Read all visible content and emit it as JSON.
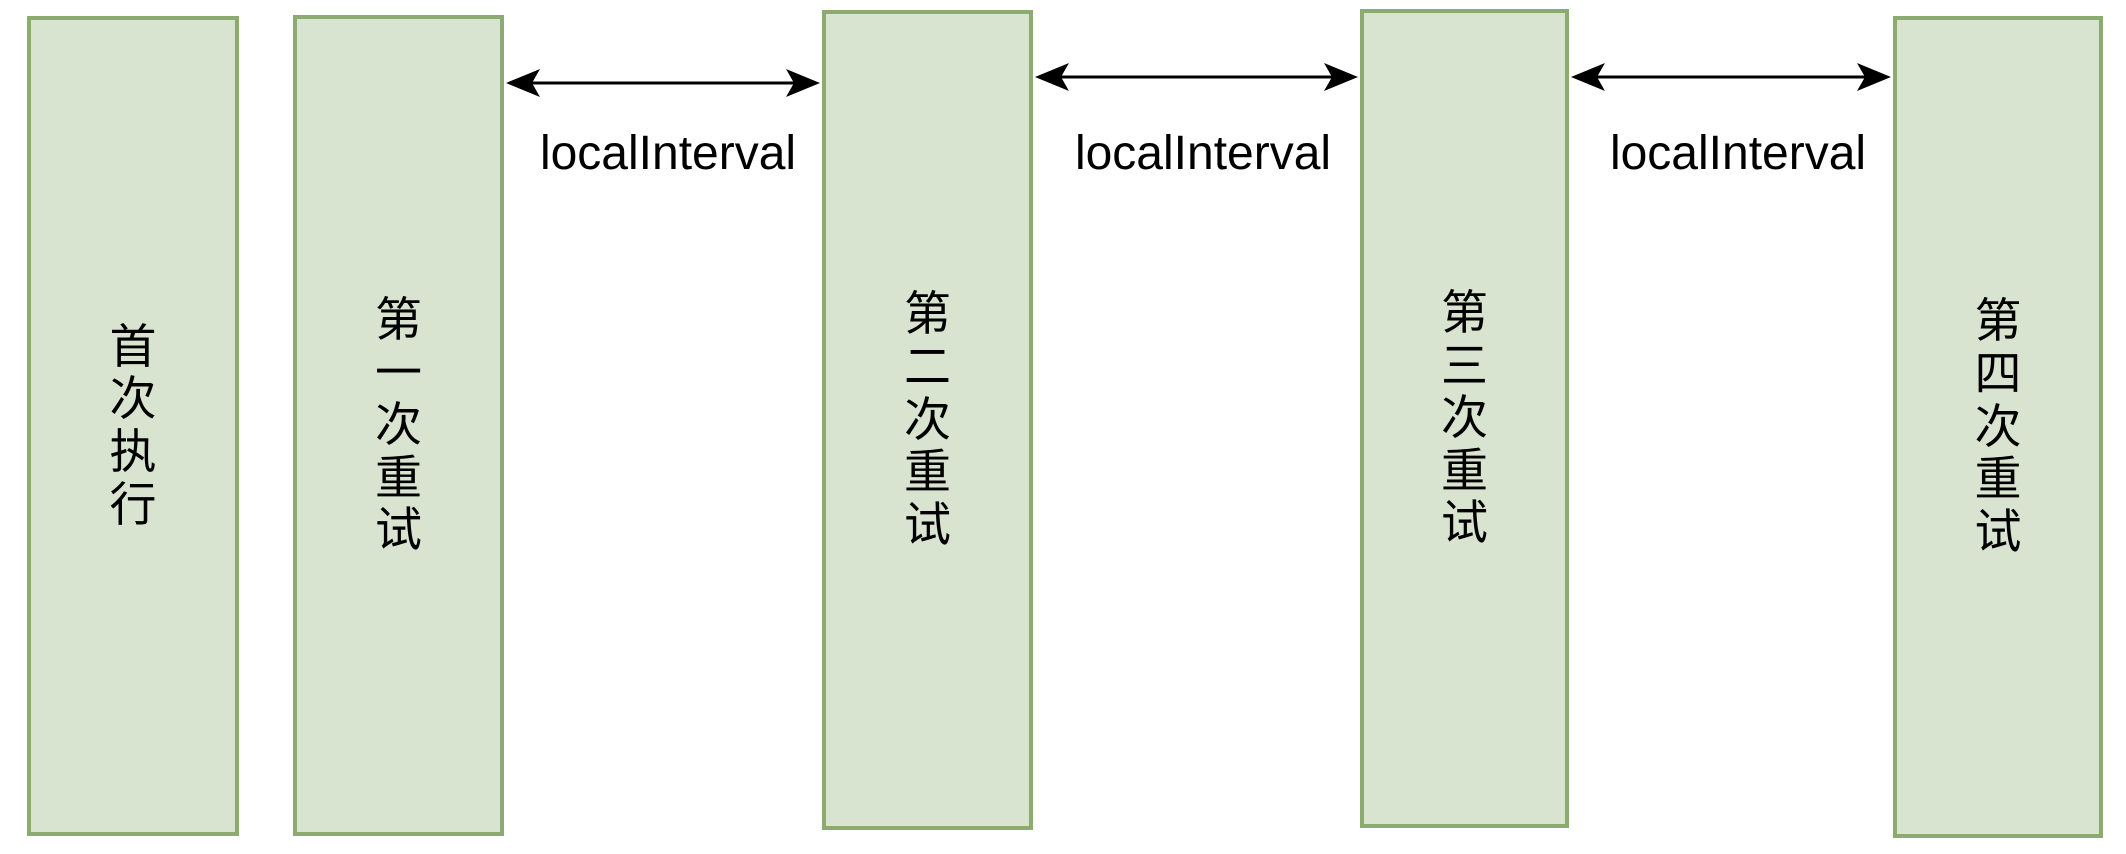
{
  "diagram": {
    "boxes": [
      {
        "label": "首次执行"
      },
      {
        "label": "第一次重试"
      },
      {
        "label": "第二次重试"
      },
      {
        "label": "第三次重试"
      },
      {
        "label": "第四次重试"
      }
    ],
    "intervals": [
      {
        "label": "localInterval"
      },
      {
        "label": "localInterval"
      },
      {
        "label": "localInterval"
      }
    ],
    "colors": {
      "box_fill": "#d9e4d0",
      "box_border": "#8cab70",
      "ink": "#000000",
      "background": "#ffffff"
    }
  }
}
